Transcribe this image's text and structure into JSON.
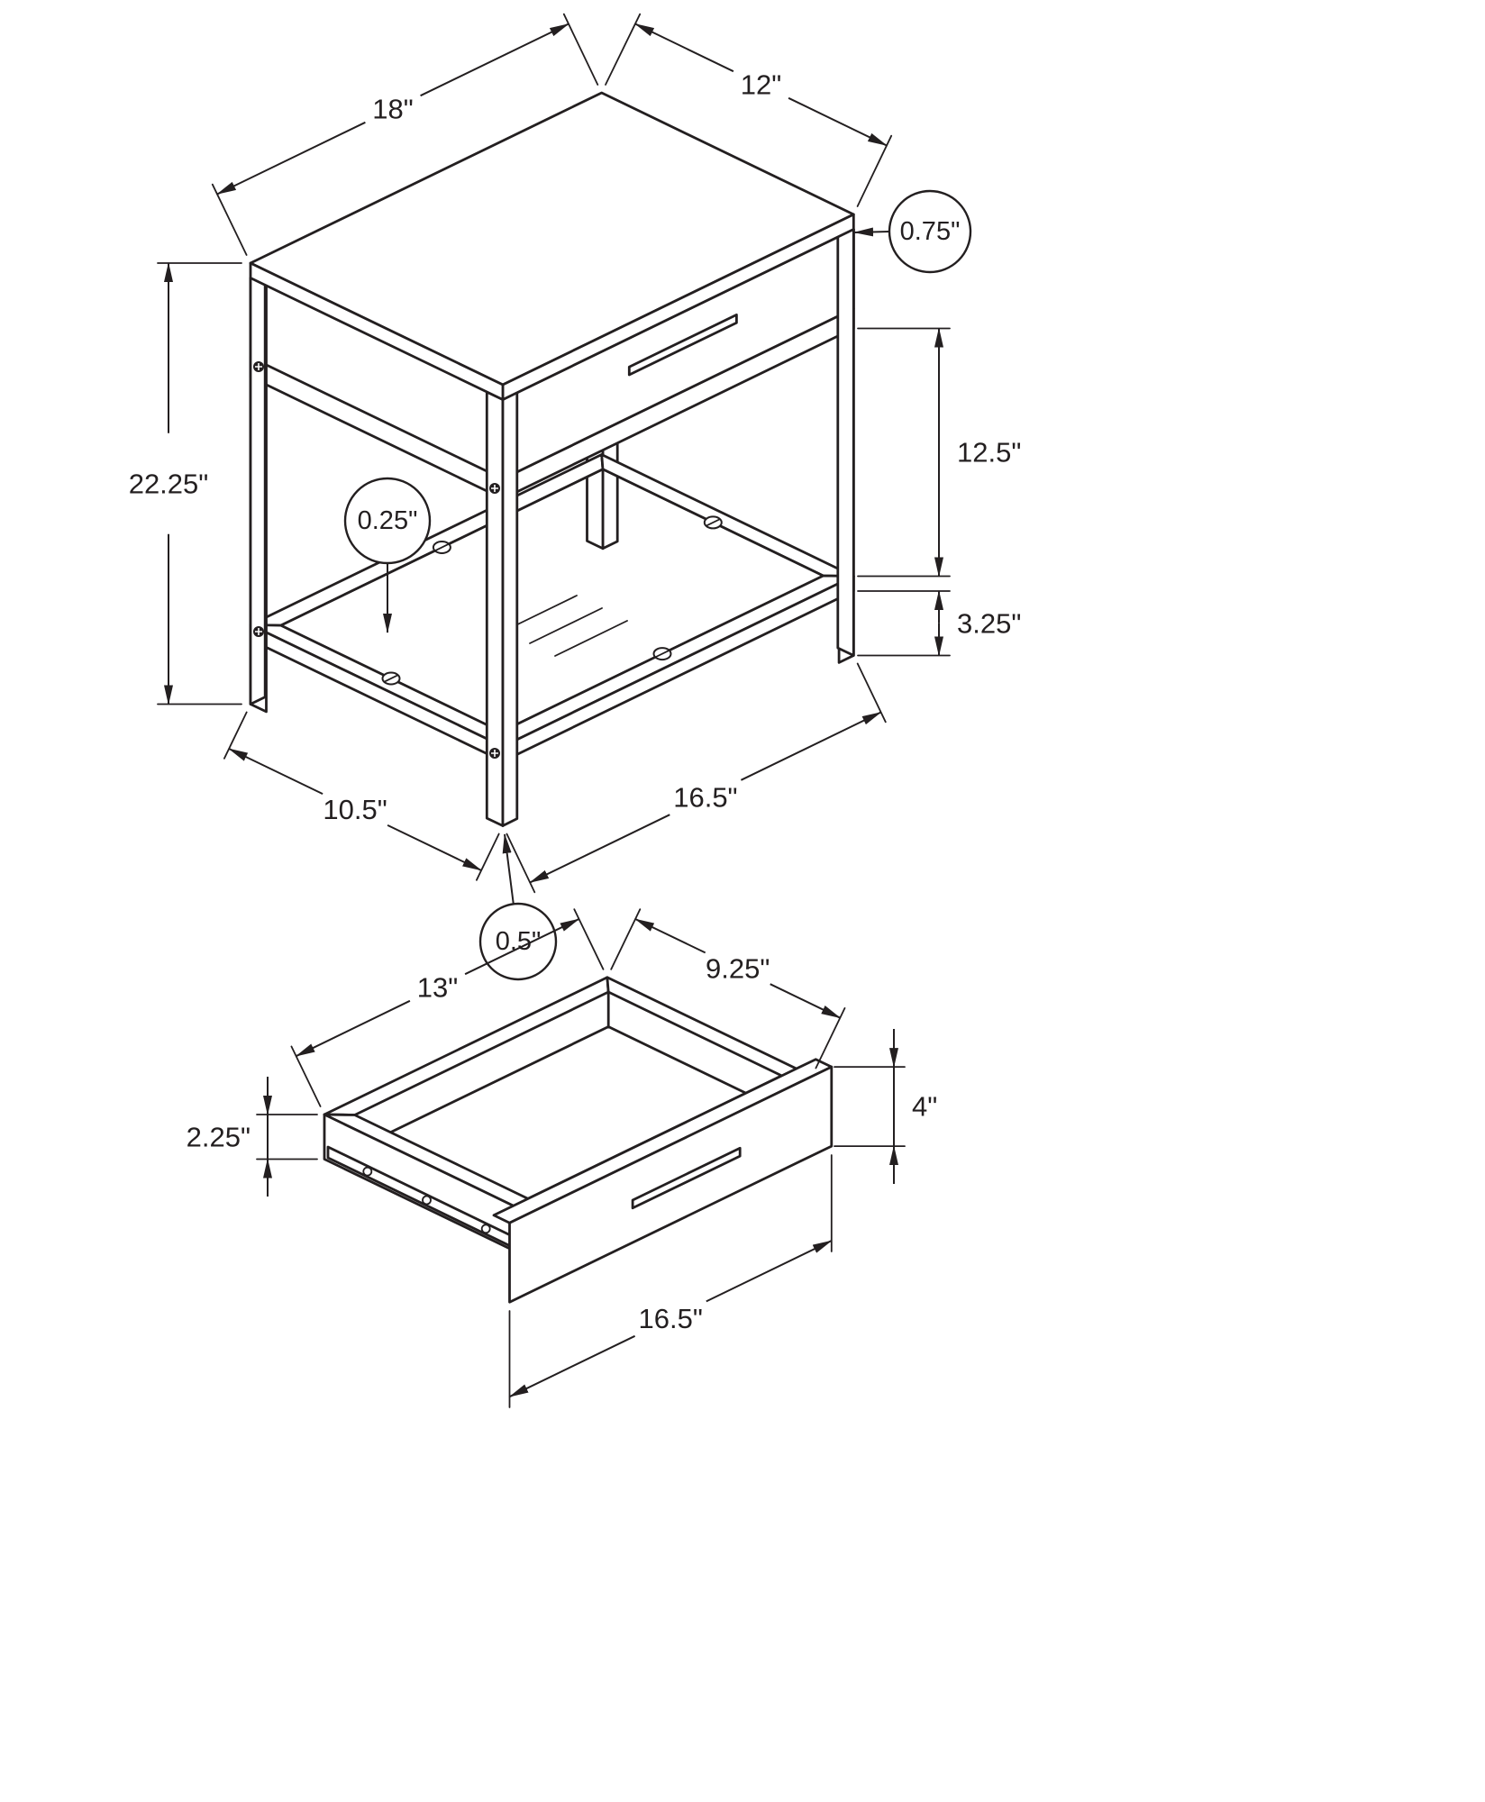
{
  "page": {
    "background": "#ffffff",
    "line_color": "#231f20"
  },
  "table_view": {
    "name": "accent-table-isometric-view",
    "dims": {
      "top_width": "18\"",
      "top_depth": "12\"",
      "top_thickness": "0.75\"",
      "overall_height": "22.25\"",
      "opening_height": "12.5\"",
      "shelf_thickness": "0.25\"",
      "shelf_clearance": "3.25\"",
      "side_leg_span": "10.5\"",
      "front_leg_span": "16.5\"",
      "leg_width": "0.5\""
    }
  },
  "drawer_view": {
    "name": "drawer-isometric-view",
    "dims": {
      "inner_width": "13\"",
      "inner_depth": "9.25\"",
      "side_height": "2.25\"",
      "front_height": "4\"",
      "front_width": "16.5\""
    }
  }
}
